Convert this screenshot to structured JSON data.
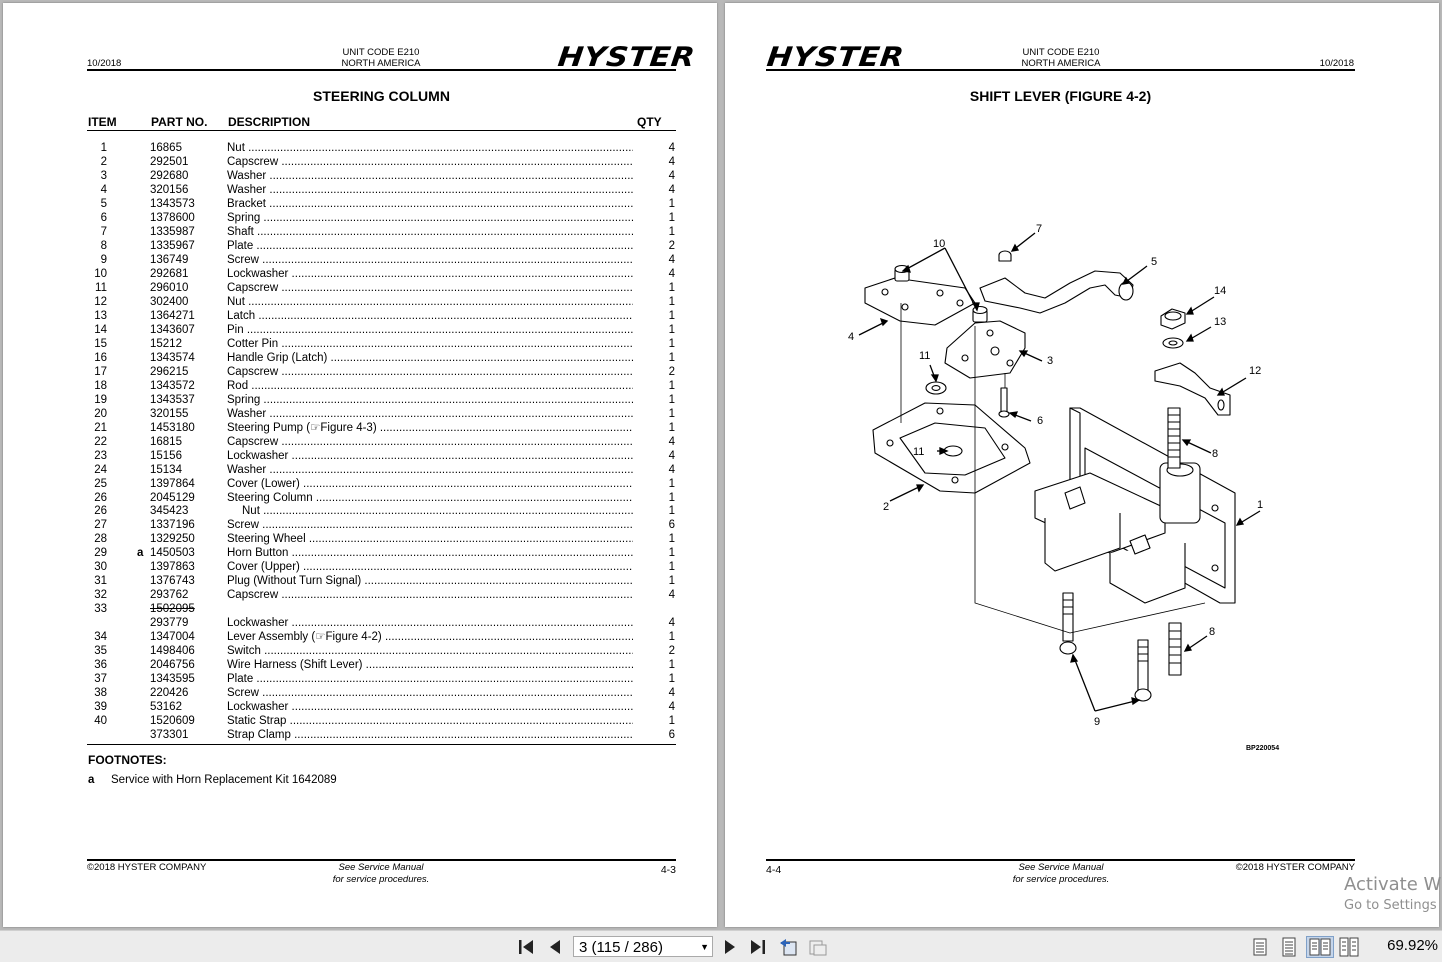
{
  "brand": "HYSTER",
  "left_page": {
    "date": "10/2018",
    "unit_code": "UNIT CODE E210",
    "region": "NORTH AMERICA",
    "title": "STEERING COLUMN",
    "columns": {
      "item": "ITEM",
      "part": "PART NO.",
      "desc": "DESCRIPTION",
      "qty": "QTY"
    },
    "rows": [
      {
        "item": "1",
        "mark": "",
        "part": "16865",
        "desc": "Nut",
        "qty": "4"
      },
      {
        "item": "2",
        "mark": "",
        "part": "292501",
        "desc": "Capscrew",
        "qty": "4"
      },
      {
        "item": "3",
        "mark": "",
        "part": "292680",
        "desc": "Washer",
        "qty": "4"
      },
      {
        "item": "4",
        "mark": "",
        "part": "320156",
        "desc": "Washer",
        "qty": "4"
      },
      {
        "item": "5",
        "mark": "",
        "part": "1343573",
        "desc": "Bracket",
        "qty": "1"
      },
      {
        "item": "6",
        "mark": "",
        "part": "1378600",
        "desc": "Spring",
        "qty": "1"
      },
      {
        "item": "7",
        "mark": "",
        "part": "1335987",
        "desc": "Shaft",
        "qty": "1"
      },
      {
        "item": "8",
        "mark": "",
        "part": "1335967",
        "desc": "Plate",
        "qty": "2"
      },
      {
        "item": "9",
        "mark": "",
        "part": "136749",
        "desc": "Screw",
        "qty": "4"
      },
      {
        "item": "10",
        "mark": "",
        "part": "292681",
        "desc": "Lockwasher",
        "qty": "4"
      },
      {
        "item": "11",
        "mark": "",
        "part": "296010",
        "desc": "Capscrew",
        "qty": "1"
      },
      {
        "item": "12",
        "mark": "",
        "part": "302400",
        "desc": "Nut",
        "qty": "1"
      },
      {
        "item": "13",
        "mark": "",
        "part": "1364271",
        "desc": "Latch",
        "qty": "1"
      },
      {
        "item": "14",
        "mark": "",
        "part": "1343607",
        "desc": "Pin",
        "qty": "1"
      },
      {
        "item": "15",
        "mark": "",
        "part": "15212",
        "desc": "Cotter Pin",
        "qty": "1"
      },
      {
        "item": "16",
        "mark": "",
        "part": "1343574",
        "desc": "Handle Grip (Latch)",
        "qty": "1"
      },
      {
        "item": "17",
        "mark": "",
        "part": "296215",
        "desc": "Capscrew",
        "qty": "2"
      },
      {
        "item": "18",
        "mark": "",
        "part": "1343572",
        "desc": "Rod",
        "qty": "1"
      },
      {
        "item": "19",
        "mark": "",
        "part": "1343537",
        "desc": "Spring",
        "qty": "1"
      },
      {
        "item": "20",
        "mark": "",
        "part": "320155",
        "desc": "Washer",
        "qty": "1"
      },
      {
        "item": "21",
        "mark": "",
        "part": "1453180",
        "desc": "Steering Pump  (☞Figure 4-3)",
        "qty": "1"
      },
      {
        "item": "22",
        "mark": "",
        "part": "16815",
        "desc": "Capscrew",
        "qty": "4"
      },
      {
        "item": "23",
        "mark": "",
        "part": "15156",
        "desc": "Lockwasher",
        "qty": "4"
      },
      {
        "item": "24",
        "mark": "",
        "part": "15134",
        "desc": "Washer",
        "qty": "4"
      },
      {
        "item": "25",
        "mark": "",
        "part": "1397864",
        "desc": "Cover (Lower)",
        "qty": "1"
      },
      {
        "item": "26",
        "mark": "",
        "part": "2045129",
        "desc": "Steering Column",
        "qty": "1"
      },
      {
        "item": "26",
        "mark": "",
        "part": "345423",
        "desc": "Nut",
        "qty": "1",
        "indent": true
      },
      {
        "item": "27",
        "mark": "",
        "part": "1337196",
        "desc": "Screw",
        "qty": "6"
      },
      {
        "item": "28",
        "mark": "",
        "part": "1329250",
        "desc": "Steering Wheel",
        "qty": "1"
      },
      {
        "item": "29",
        "mark": "a",
        "part": "1450503",
        "desc": "Horn Button",
        "qty": "1"
      },
      {
        "item": "30",
        "mark": "",
        "part": "1397863",
        "desc": "Cover (Upper)",
        "qty": "1"
      },
      {
        "item": "31",
        "mark": "",
        "part": "1376743",
        "desc": "Plug (Without Turn Signal)",
        "qty": "1"
      },
      {
        "item": "32",
        "mark": "",
        "part": "293762",
        "desc": "Capscrew",
        "qty": "4"
      },
      {
        "item": "33",
        "mark": "",
        "part": "1502095",
        "desc": "",
        "qty": "",
        "strike": true
      },
      {
        "item": "",
        "mark": "",
        "part": "293779",
        "desc": "Lockwasher",
        "qty": "4"
      },
      {
        "item": "34",
        "mark": "",
        "part": "1347004",
        "desc": "Lever Assembly  (☞Figure 4-2)",
        "qty": "1"
      },
      {
        "item": "35",
        "mark": "",
        "part": "1498406",
        "desc": "Switch",
        "qty": "2"
      },
      {
        "item": "36",
        "mark": "",
        "part": "2046756",
        "desc": "Wire Harness (Shift Lever)",
        "qty": "1"
      },
      {
        "item": "37",
        "mark": "",
        "part": "1343595",
        "desc": "Plate",
        "qty": "1"
      },
      {
        "item": "38",
        "mark": "",
        "part": "220426",
        "desc": "Screw",
        "qty": "4"
      },
      {
        "item": "39",
        "mark": "",
        "part": "53162",
        "desc": "Lockwasher",
        "qty": "4"
      },
      {
        "item": "40",
        "mark": "",
        "part": "1520609",
        "desc": "Static Strap",
        "qty": "1"
      },
      {
        "item": "",
        "mark": "",
        "part": "373301",
        "desc": "Strap Clamp",
        "qty": "6"
      }
    ],
    "footnotes_title": "FOOTNOTES:",
    "footnote_mark": "a",
    "footnote_text": "Service with Horn Replacement Kit 1642089",
    "copyright": "©2018 HYSTER COMPANY",
    "see_manual_1": "See Service Manual",
    "see_manual_2": "for service procedures.",
    "page_number": "4-3"
  },
  "right_page": {
    "date": "10/2018",
    "unit_code": "UNIT CODE E210",
    "region": "NORTH AMERICA",
    "title": "SHIFT LEVER (FIGURE 4-2)",
    "figure_id": "BP220054",
    "callouts": [
      "1",
      "2",
      "3",
      "4",
      "5",
      "6",
      "7",
      "8",
      "8",
      "9",
      "10",
      "11",
      "11",
      "12",
      "13",
      "14"
    ],
    "copyright": "©2018 HYSTER COMPANY",
    "see_manual_1": "See Service Manual",
    "see_manual_2": "for service procedures.",
    "page_number": "4-4"
  },
  "toolbar": {
    "page_value": "3 (115 / 286)",
    "zoom": "69.92%"
  },
  "watermark": {
    "line1": "Activate W",
    "line2": "Go to Settings"
  }
}
